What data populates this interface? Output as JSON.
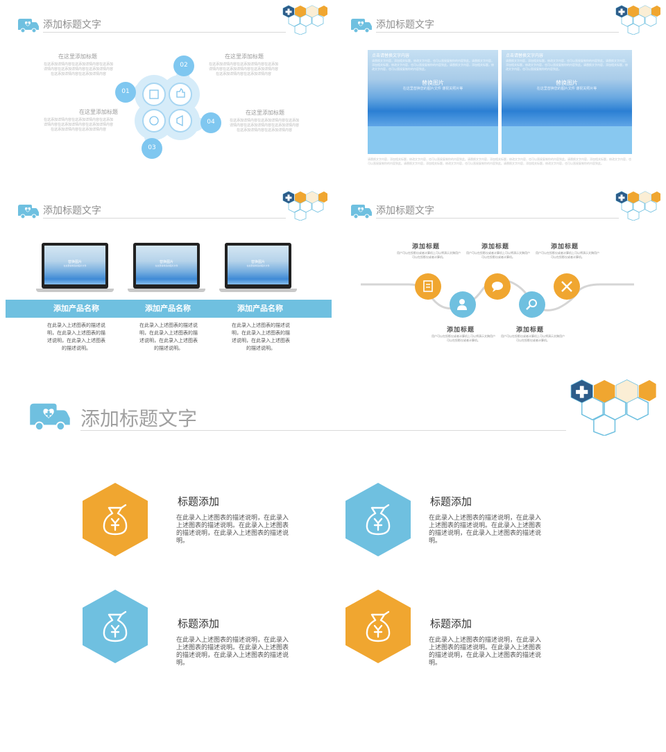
{
  "header_title": "添加标题文字",
  "colors": {
    "orange": "#f0a630",
    "blue": "#6fc0e0",
    "navy": "#2d5d8a",
    "light_blue": "#88c8f0"
  },
  "slide1": {
    "items": [
      {
        "num": "01",
        "title": "在这里添加标题",
        "desc": "在这添加详情内容在这添加详情内容在这添加详情内容在这添加详情内容在这添加详情内容在这添加详情内容在这添加详情内容"
      },
      {
        "num": "02",
        "title": "在这里添加标题",
        "desc": "在这添加详情内容在这添加详情内容在这添加详情内容在这添加详情内容在这添加详情内容在这添加详情内容在这添加详情内容"
      },
      {
        "num": "03",
        "title": "在这里添加标题",
        "desc": "在这添加详情内容在这添加详情内容在这添加详情内容在这添加详情内容在这添加详情内容在这添加详情内容在这添加详情内容"
      },
      {
        "num": "04",
        "title": "在这里添加标题",
        "desc": "在这添加详情内容在这添加详情内容在这添加详情内容在这添加详情内容在这添加详情内容在这添加详情内容在这添加详情内容"
      }
    ]
  },
  "slide2": {
    "photos": [
      {
        "img_title": "替换图片",
        "img_sub": "在这里替换您的图片文件 谨祝关照片等",
        "cap_title": "点击请替换文字内容",
        "cap_body": "请替换文字内容，添加相关标题，修改文字内容，也可以直接复制你的内容到此。请替换文字内容，添加相关标题，修改文字内容，也可以直接复制你的内容到此。请替换文字内容，添加相关标题，修改文字内容，也可以直接复制你的内容到此。"
      },
      {
        "img_title": "替换图片",
        "img_sub": "在这里替换您的图片文件 谨祝关照片等",
        "cap_title": "点击请替换文字内容",
        "cap_body": "请替换文字内容，添加相关标题，修改文字内容，也可以直接复制你的内容到此。请替换文字内容，添加相关标题，修改文字内容，也可以直接复制你的内容到此。请替换文字内容，添加相关标题，修改文字内容，也可以直接复制你的内容到此。"
      }
    ],
    "footer": "请替换文字内容，添加相关标题，修改文字内容，也可以直接复制你的内容到此。请替换文字内容，添加相关标题，修改文字内容，也可以直接复制你的内容到此。请替换文字内容，添加相关标题，修改文字内容，也可以直接复制你的内容到此。请替换文字内容，添加相关标题，修改文字内容，也可以直接复制你的内容到此。请替换文字内容，添加相关标题，修改文字内容，也可以直接复制你的内容到此。"
  },
  "slide3": {
    "products": [
      {
        "screen_title": "替换图片",
        "screen_sub": "在这里替换您的图片文件",
        "name": "添加产品名称",
        "desc": "在此录入上述图表的描述说明，在此录入上述图表的描述说明，在此录入上述图表的描述说明。"
      },
      {
        "screen_title": "替换图片",
        "screen_sub": "在这里替换您的图片文件",
        "name": "添加产品名称",
        "desc": "在此录入上述图表的描述说明，在此录入上述图表的描述说明，在此录入上述图表的描述说明。"
      },
      {
        "screen_title": "替换图片",
        "screen_sub": "在这里替换您的图片文件",
        "name": "添加产品名称",
        "desc": "在此录入上述图表的描述说明，在此录入上述图表的描述说明，在此录入上述图表的描述说明。"
      }
    ]
  },
  "slide4": {
    "items": [
      {
        "title": "添加标题",
        "desc": "用户可以在投影仪或者计算机上可以将演示文稿用户可以在投影仪或者计算机。",
        "icon": "document-icon"
      },
      {
        "title": "添加标题",
        "desc": "用户可以在投影仪或者计算机上可以将演示文稿用户可以在投影仪或者计算机。",
        "icon": "user-icon"
      },
      {
        "title": "添加标题",
        "desc": "用户可以在投影仪或者计算机上可以将演示文稿用户可以在投影仪或者计算机。",
        "icon": "chat-icon"
      },
      {
        "title": "添加标题",
        "desc": "用户可以在投影仪或者计算机上可以将演示文稿用户可以在投影仪或者计算机。",
        "icon": "search-icon"
      },
      {
        "title": "添加标题",
        "desc": "用户可以在投影仪或者计算机上可以将演示文稿用户可以在投影仪或者计算机。",
        "icon": "tools-icon"
      }
    ]
  },
  "slide5": {
    "features": [
      {
        "title": "标题添加",
        "desc": "在此录入上述图表的描述说明，在此录入上述图表的描述说明。在此录入上述图表的描述说明，在此录入上述图表的描述说明。",
        "color": "#f0a630"
      },
      {
        "title": "标题添加",
        "desc": "在此录入上述图表的描述说明，在此录入上述图表的描述说明。在此录入上述图表的描述说明，在此录入上述图表的描述说明。",
        "color": "#6fc0e0"
      },
      {
        "title": "标题添加",
        "desc": "在此录入上述图表的描述说明，在此录入上述图表的描述说明。在此录入上述图表的描述说明，在此录入上述图表的描述说明。",
        "color": "#6fc0e0"
      },
      {
        "title": "标题添加",
        "desc": "在此录入上述图表的描述说明，在此录入上述图表的描述说明。在此录入上述图表的描述说明，在此录入上述图表的描述说明。",
        "color": "#f0a630"
      }
    ]
  }
}
